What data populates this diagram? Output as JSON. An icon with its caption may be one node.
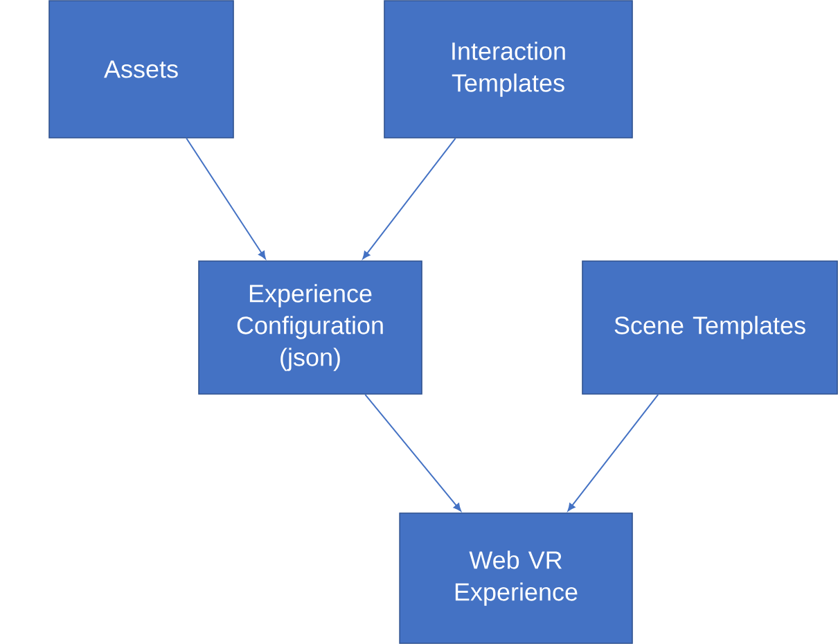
{
  "diagram": {
    "nodes": [
      {
        "text": [
          "Assets"
        ]
      },
      {
        "text": [
          "Interaction Templates"
        ]
      },
      {
        "text": [
          "Experience Configuration (json)"
        ]
      },
      {
        "text": [
          "Scene Templates"
        ]
      },
      {
        "text": [
          "Web VR Experience"
        ]
      }
    ],
    "edges": [
      {
        "from": 0,
        "to": 2,
        "arrow": "to"
      },
      {
        "from": 1,
        "to": 2,
        "arrow": "to"
      },
      {
        "from": 2,
        "to": 4,
        "arrow": "to"
      },
      {
        "from": 3,
        "to": 4,
        "arrow": "to"
      }
    ]
  }
}
